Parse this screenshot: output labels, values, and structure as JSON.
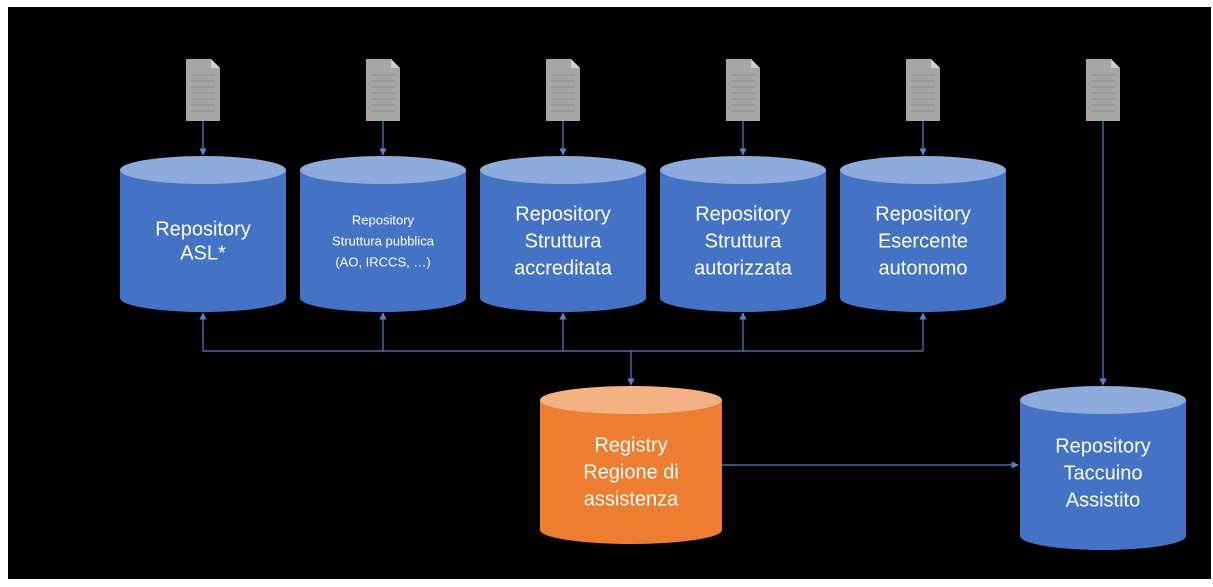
{
  "colors": {
    "background": "#000000",
    "repository_blue": "#4472C4",
    "repository_top": "#8FAADC",
    "registry_orange": "#ED7D31",
    "registry_top": "#F4B183",
    "document_gray": "#A6A6A6",
    "connector": "#5B7FC7"
  },
  "icons": [
    "document-icon"
  ],
  "repositories": [
    {
      "lines": [
        "Repository",
        "ASL*"
      ]
    },
    {
      "lines": [
        "Repository",
        "Struttura pubblica",
        "(AO, IRCCS, …)"
      ]
    },
    {
      "lines": [
        "Repository",
        "Struttura",
        "accreditata"
      ]
    },
    {
      "lines": [
        "Repository",
        "Struttura",
        "autorizzata"
      ]
    },
    {
      "lines": [
        "Repository",
        "Esercente",
        "autonomo"
      ]
    }
  ],
  "registry": {
    "lines": [
      "Registry",
      "Regione di",
      "assistenza"
    ]
  },
  "taccuino": {
    "lines": [
      "Repository",
      "Taccuino",
      "Assistito"
    ]
  }
}
